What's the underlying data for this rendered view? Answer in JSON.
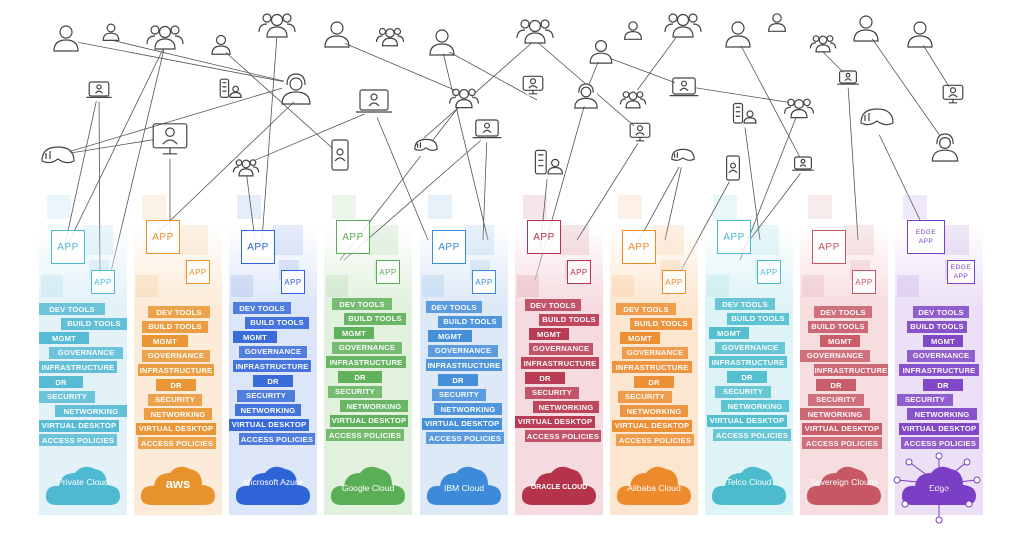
{
  "stack_layers": [
    "DEV TOOLS",
    "BUILD TOOLS",
    "MGMT",
    "GOVERNANCE",
    "INFRASTRUCTURE",
    "DR",
    "SECURITY",
    "NETWORKING",
    "VIRTUAL DESKTOP",
    "ACCESS POLICIES"
  ],
  "app_label": "APP",
  "edge_app_label": "EDGE APP",
  "columns": [
    {
      "id": "private",
      "label": "Private Cloud",
      "color": "#4fb8d3",
      "bg": "#e3f2f8"
    },
    {
      "id": "aws",
      "label": "aws",
      "color": "#e8922c",
      "bg": "#fcebd8"
    },
    {
      "id": "azure",
      "label": "Microsoft Azure",
      "color": "#2f64d8",
      "bg": "#dde6f8"
    },
    {
      "id": "gcp",
      "label": "Google Cloud",
      "color": "#5aae55",
      "bg": "#e2f1de"
    },
    {
      "id": "ibm",
      "label": "IBM Cloud",
      "color": "#3d8ad8",
      "bg": "#dde9f7"
    },
    {
      "id": "oracle",
      "label": "ORACLE CLOUD",
      "color": "#b5334b",
      "bg": "#f5dbe0"
    },
    {
      "id": "alibaba",
      "label": "Alibaba Cloud",
      "color": "#ec8a2c",
      "bg": "#fde6d0"
    },
    {
      "id": "telco",
      "label": "Telco Cloud",
      "color": "#4cbccd",
      "bg": "#def3f6"
    },
    {
      "id": "sovereign",
      "label": "Sovereign Clouds",
      "color": "#c65763",
      "bg": "#f6dde0"
    },
    {
      "id": "edge",
      "label": "Edge",
      "color": "#7a3fc4",
      "bg": "#ebe0f6"
    }
  ],
  "icons": [
    "user-icon",
    "group-icon",
    "laptop-user-icon",
    "monitor-user-icon",
    "phone-user-icon",
    "vr-headset-icon",
    "headset-agent-icon",
    "building-user-icon"
  ]
}
